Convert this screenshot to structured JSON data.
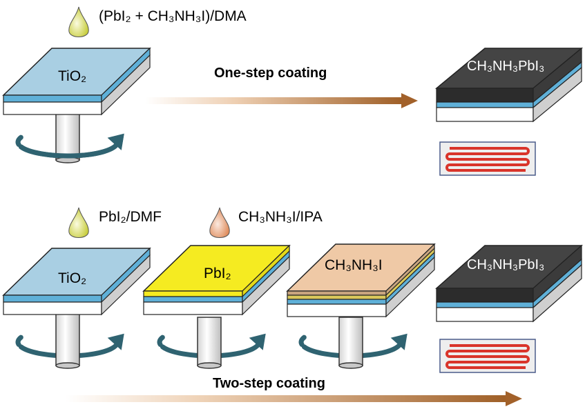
{
  "top_row": {
    "solution_label": "(PbI₂ + CH₃NH₃I)/DMA",
    "substrate_label": "TiO₂",
    "process_label": "One-step coating",
    "product_label": "CH₃NH₃PbI₃"
  },
  "bottom_row": {
    "solution1_label": "PbI₂/DMF",
    "solution2_label": "CH₃NH₃I/IPA",
    "substrate_label": "TiO₂",
    "intermediate1_label": "PbI₂",
    "intermediate2_label": "CH₃NH₃I",
    "product_label": "CH₃NH₃PbI₃",
    "process_label": "Two-step coating"
  },
  "colors": {
    "tio2_top": "#a9cfe3",
    "pbi2_top": "#f5eb21",
    "mai_top": "#efc9a6",
    "perovskite_top": "#444444",
    "perovskite_side": "#2c2c2c",
    "side_gray": "#cfcfcf",
    "blue_stripe": "#5fb0d8",
    "rotation_arrow": "#2f6371",
    "process_arrow": "#a2612a",
    "drop_yellow": "#d9dc55",
    "drop_orange": "#e89b6e",
    "heater_red": "#d9342a"
  }
}
